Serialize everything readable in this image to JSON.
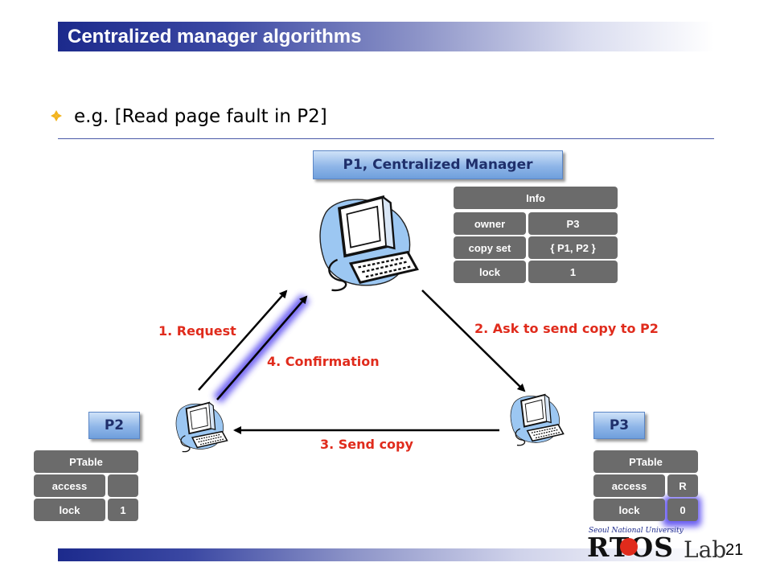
{
  "slide": {
    "title": "Centralized manager algorithms",
    "bullet": "e.g. [Read page fault in P2]",
    "page_number": "21"
  },
  "manager": {
    "label": "P1, Centralized Manager",
    "info_table": {
      "header": "Info",
      "rows": [
        {
          "key": "owner",
          "value": "P3"
        },
        {
          "key": "copy set",
          "value": "{ P1, P2 }"
        },
        {
          "key": "lock",
          "value": "1"
        }
      ]
    }
  },
  "p2": {
    "label": "P2",
    "ptable": {
      "header": "PTable",
      "rows": [
        {
          "key": "access",
          "value": ""
        },
        {
          "key": "lock",
          "value": "1"
        }
      ]
    }
  },
  "p3": {
    "label": "P3",
    "ptable": {
      "header": "PTable",
      "rows": [
        {
          "key": "access",
          "value": "R"
        },
        {
          "key": "lock",
          "value": "0"
        }
      ]
    }
  },
  "edges": {
    "request": "1. Request",
    "ask": "2. Ask to send copy to P2",
    "send_copy": "3. Send copy",
    "confirmation": "4. Confirmation"
  },
  "logo": {
    "university": "Seoul National University",
    "name": "RTOS",
    "lab": "Lab"
  },
  "colors": {
    "title_bar": "#1c2a8c",
    "edge_label": "#e02b1c",
    "highlight_glow": "#5b4df0",
    "table_cell": "#6b6b6b",
    "monitor_blue": "#9cc7f2"
  },
  "icons": [
    "bullet-diamond-icon",
    "computer-icon",
    "arrow-icon"
  ]
}
